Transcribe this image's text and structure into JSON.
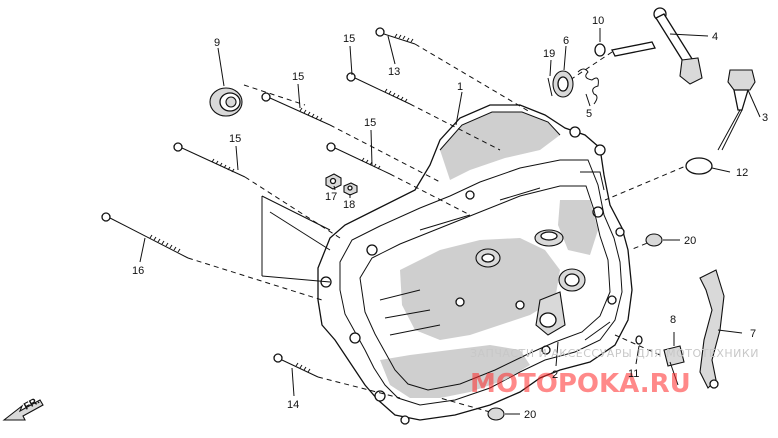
{
  "callouts": [
    {
      "id": "c1",
      "text": "1"
    },
    {
      "id": "c2",
      "text": "2"
    },
    {
      "id": "c3",
      "text": "3"
    },
    {
      "id": "c4",
      "text": "4"
    },
    {
      "id": "c5",
      "text": "5"
    },
    {
      "id": "c6",
      "text": "6"
    },
    {
      "id": "c7",
      "text": "7"
    },
    {
      "id": "c8",
      "text": "8"
    },
    {
      "id": "c9",
      "text": "9"
    },
    {
      "id": "c10",
      "text": "10"
    },
    {
      "id": "c11",
      "text": "11"
    },
    {
      "id": "c12",
      "text": "12"
    },
    {
      "id": "c13",
      "text": "13"
    },
    {
      "id": "c14",
      "text": "14"
    },
    {
      "id": "c15a",
      "text": "15"
    },
    {
      "id": "c15b",
      "text": "15"
    },
    {
      "id": "c15c",
      "text": "15"
    },
    {
      "id": "c15d",
      "text": "15"
    },
    {
      "id": "c16",
      "text": "16"
    },
    {
      "id": "c17",
      "text": "17"
    },
    {
      "id": "c18",
      "text": "18"
    },
    {
      "id": "c19",
      "text": "19"
    },
    {
      "id": "c20a",
      "text": "20"
    },
    {
      "id": "c20b",
      "text": "20"
    }
  ],
  "direction_label": "FR.",
  "watermark": {
    "line1": "ЗАПЧАСТИ И АКСЕССУАРЫ ДЛЯ МОТОТЕХНИКИ",
    "line2": "MOTOPOKA.RU"
  },
  "colors": {
    "ink": "#111111",
    "watermark_red": "#ff2a2a",
    "watermark_gray": "#c8c8c8"
  }
}
